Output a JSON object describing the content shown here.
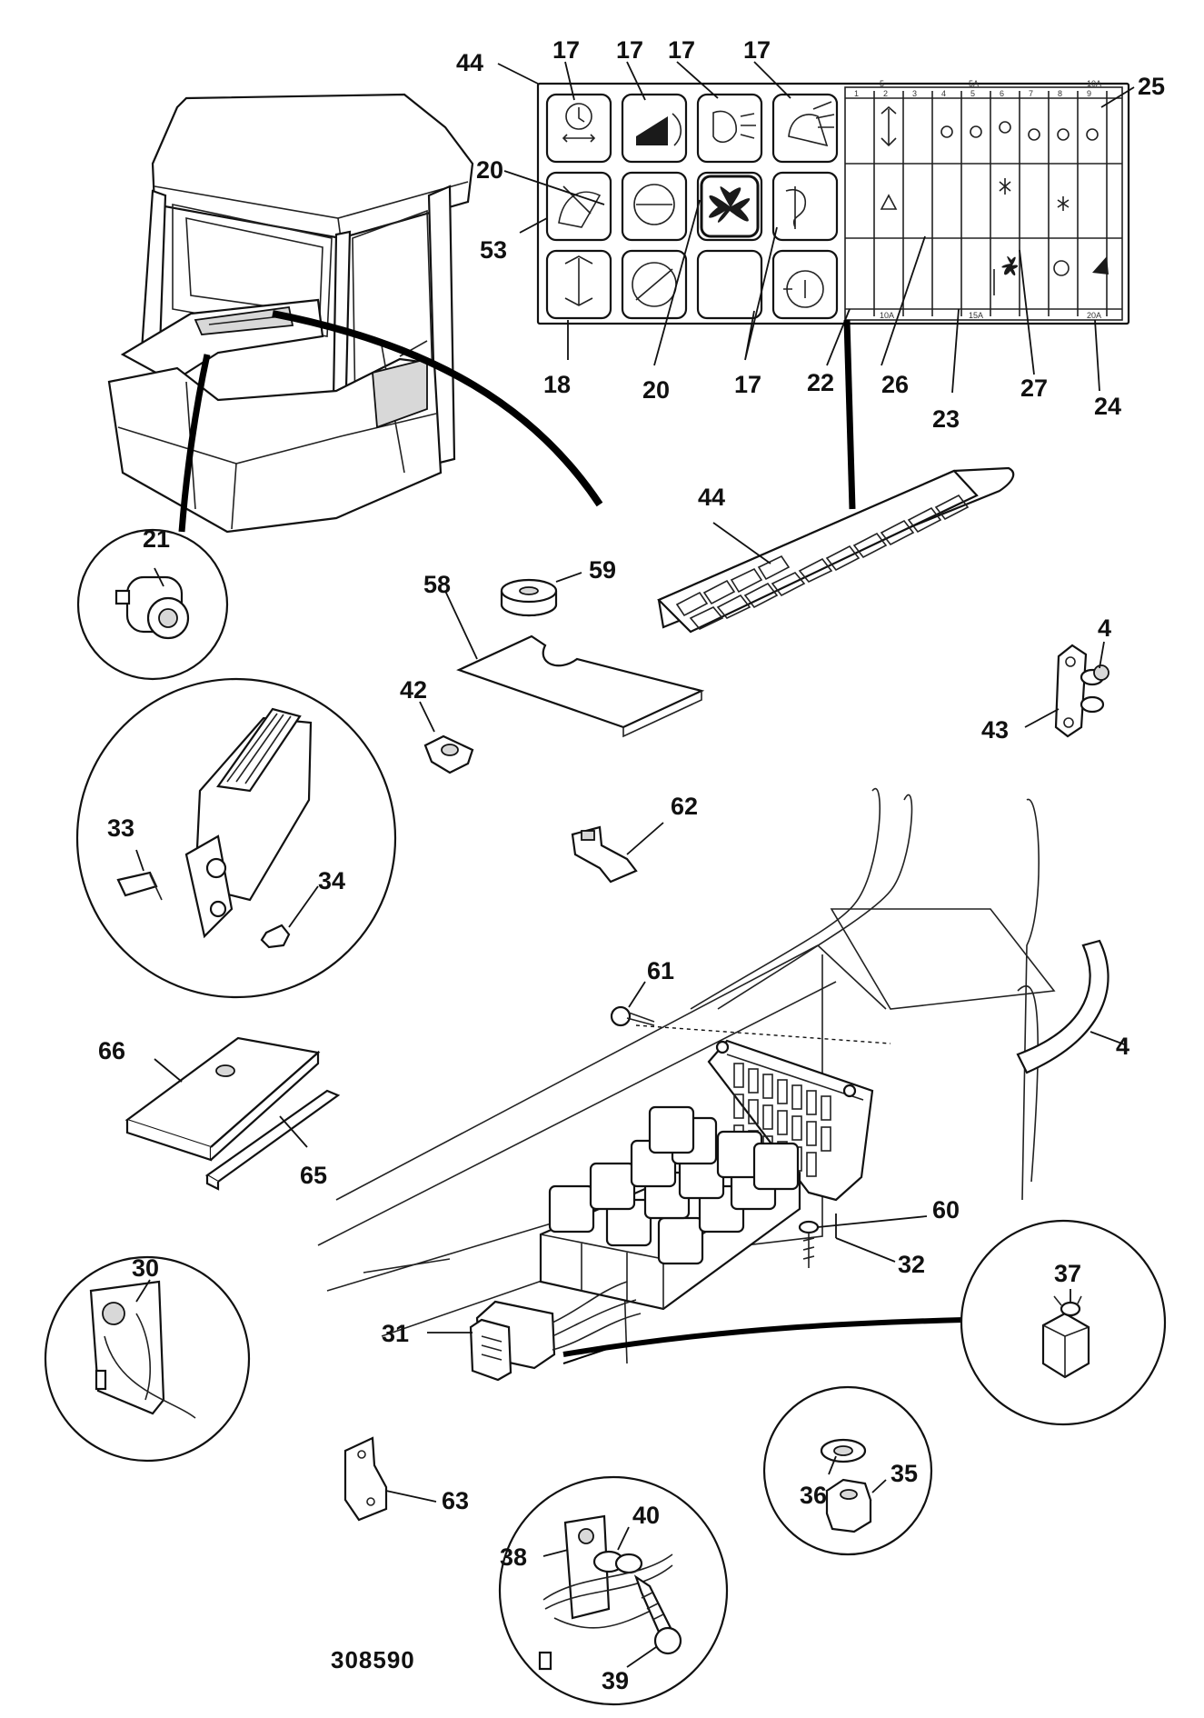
{
  "figure": {
    "reference_number": "308590",
    "callouts": [
      {
        "id": "c44a",
        "label": "44"
      },
      {
        "id": "c17a",
        "label": "17"
      },
      {
        "id": "c17b",
        "label": "17"
      },
      {
        "id": "c17c",
        "label": "17"
      },
      {
        "id": "c17d",
        "label": "17"
      },
      {
        "id": "c25",
        "label": "25"
      },
      {
        "id": "c20a",
        "label": "20"
      },
      {
        "id": "c53",
        "label": "53"
      },
      {
        "id": "c18",
        "label": "18"
      },
      {
        "id": "c20b",
        "label": "20"
      },
      {
        "id": "c17e",
        "label": "17"
      },
      {
        "id": "c22",
        "label": "22"
      },
      {
        "id": "c26",
        "label": "26"
      },
      {
        "id": "c23",
        "label": "23"
      },
      {
        "id": "c27",
        "label": "27"
      },
      {
        "id": "c24",
        "label": "24"
      },
      {
        "id": "c21",
        "label": "21"
      },
      {
        "id": "c44b",
        "label": "44"
      },
      {
        "id": "c59",
        "label": "59"
      },
      {
        "id": "c58",
        "label": "58"
      },
      {
        "id": "c4a",
        "label": "4"
      },
      {
        "id": "c42",
        "label": "42"
      },
      {
        "id": "c43",
        "label": "43"
      },
      {
        "id": "c62",
        "label": "62"
      },
      {
        "id": "c33",
        "label": "33"
      },
      {
        "id": "c34",
        "label": "34"
      },
      {
        "id": "c61",
        "label": "61"
      },
      {
        "id": "c4b",
        "label": "4"
      },
      {
        "id": "c66",
        "label": "66"
      },
      {
        "id": "c65",
        "label": "65"
      },
      {
        "id": "c60",
        "label": "60"
      },
      {
        "id": "c32",
        "label": "32"
      },
      {
        "id": "c37",
        "label": "37"
      },
      {
        "id": "c30",
        "label": "30"
      },
      {
        "id": "c31",
        "label": "31"
      },
      {
        "id": "c36",
        "label": "36"
      },
      {
        "id": "c35",
        "label": "35"
      },
      {
        "id": "c63",
        "label": "63"
      },
      {
        "id": "c40",
        "label": "40"
      },
      {
        "id": "c38",
        "label": "38"
      },
      {
        "id": "c39",
        "label": "39"
      }
    ],
    "fuse_panel": {
      "column_numbers": [
        "1",
        "2",
        "3",
        "4",
        "5",
        "6",
        "7",
        "8",
        "9"
      ],
      "ratings_top": [
        "5",
        "5A",
        "10A"
      ],
      "ratings_bottom": [
        "10A",
        "15A",
        "20A"
      ]
    }
  }
}
